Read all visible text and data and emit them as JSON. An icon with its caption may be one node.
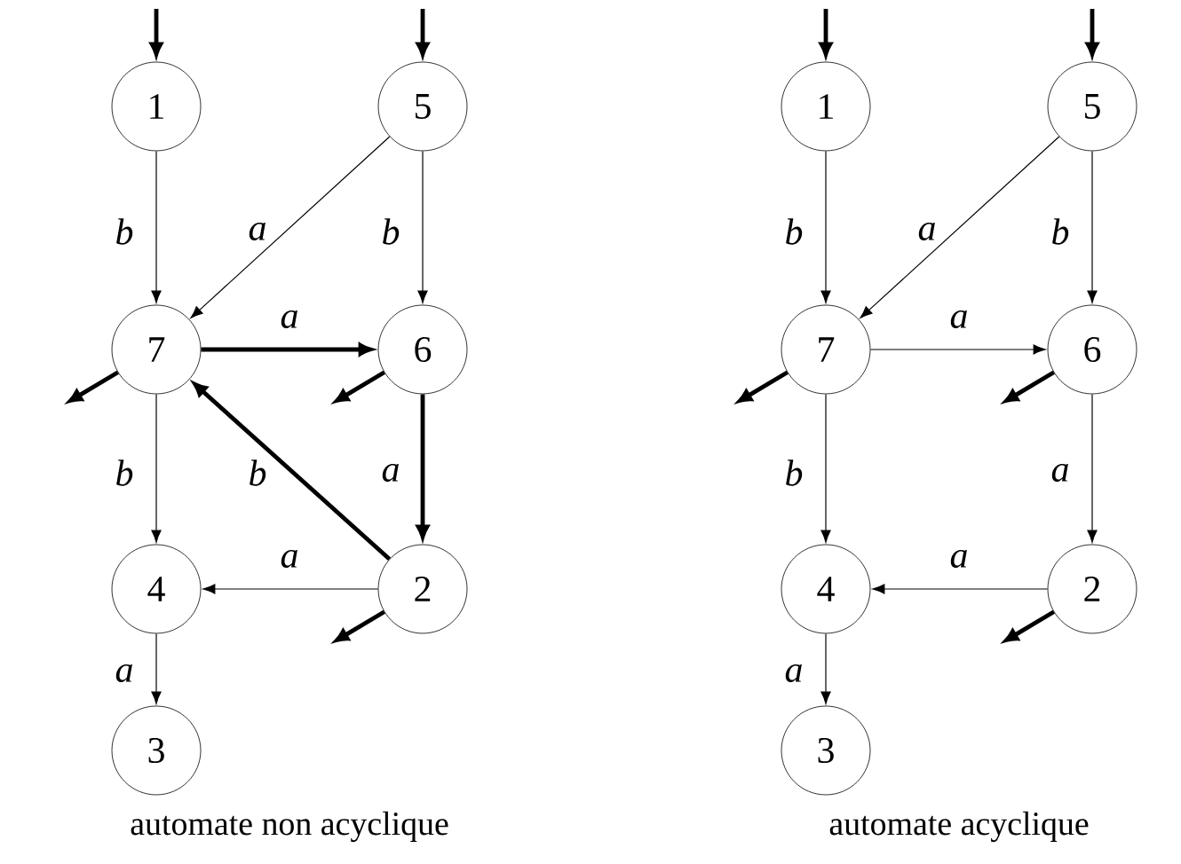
{
  "diagram": {
    "nodes": [
      {
        "text": [
          "1"
        ]
      },
      {
        "text": [
          "5"
        ]
      },
      {
        "text": [
          "7"
        ]
      },
      {
        "text": [
          "6"
        ]
      },
      {
        "text": [
          "4"
        ]
      },
      {
        "text": [
          "2"
        ]
      },
      {
        "text": [
          "3"
        ]
      },
      {
        "text": [
          "1"
        ]
      },
      {
        "text": [
          "5"
        ]
      },
      {
        "text": [
          "7"
        ]
      },
      {
        "text": [
          "6"
        ]
      },
      {
        "text": [
          "4"
        ]
      },
      {
        "text": [
          "2"
        ]
      },
      {
        "text": [
          "3"
        ]
      }
    ],
    "edges": [
      {
        "from": null,
        "to": 0,
        "arrow": "to",
        "style": "thick"
      },
      {
        "from": null,
        "to": 1,
        "arrow": "to",
        "style": "thick"
      },
      {
        "from": 0,
        "to": 2,
        "arrow": "to",
        "label": "b"
      },
      {
        "from": 1,
        "to": 2,
        "arrow": "to",
        "label": "a"
      },
      {
        "from": 1,
        "to": 3,
        "arrow": "to",
        "label": "b"
      },
      {
        "from": 2,
        "to": 3,
        "arrow": "to",
        "label": "a",
        "style": "thick"
      },
      {
        "from": 2,
        "to": 4,
        "arrow": "to",
        "label": "b"
      },
      {
        "from": 5,
        "to": 2,
        "arrow": "to",
        "label": "b",
        "style": "thick"
      },
      {
        "from": 3,
        "to": 5,
        "arrow": "to",
        "label": "a",
        "style": "thick"
      },
      {
        "from": 5,
        "to": 4,
        "arrow": "to",
        "label": "a"
      },
      {
        "from": 4,
        "to": 6,
        "arrow": "to",
        "label": "a"
      },
      {
        "from": 2,
        "to": null,
        "arrow": "to",
        "style": "thick"
      },
      {
        "from": 3,
        "to": null,
        "arrow": "to",
        "style": "thick"
      },
      {
        "from": 5,
        "to": null,
        "arrow": "to",
        "style": "thick"
      },
      {
        "from": null,
        "to": 7,
        "arrow": "to",
        "style": "thick"
      },
      {
        "from": null,
        "to": 8,
        "arrow": "to",
        "style": "thick"
      },
      {
        "from": 7,
        "to": 9,
        "arrow": "to",
        "label": "b"
      },
      {
        "from": 8,
        "to": 9,
        "arrow": "to",
        "label": "a"
      },
      {
        "from": 8,
        "to": 10,
        "arrow": "to",
        "label": "b"
      },
      {
        "from": 9,
        "to": 10,
        "arrow": "to",
        "label": "a"
      },
      {
        "from": 9,
        "to": 11,
        "arrow": "to",
        "label": "b"
      },
      {
        "from": 10,
        "to": 12,
        "arrow": "to",
        "label": "a"
      },
      {
        "from": 12,
        "to": 11,
        "arrow": "to",
        "label": "a"
      },
      {
        "from": 11,
        "to": 13,
        "arrow": "to",
        "label": "a"
      },
      {
        "from": 9,
        "to": null,
        "arrow": "to",
        "style": "thick"
      },
      {
        "from": 10,
        "to": null,
        "arrow": "to",
        "style": "thick"
      },
      {
        "from": 12,
        "to": null,
        "arrow": "to",
        "style": "thick"
      }
    ],
    "labels": [
      "automate non acyclique",
      "automate acyclique"
    ]
  }
}
